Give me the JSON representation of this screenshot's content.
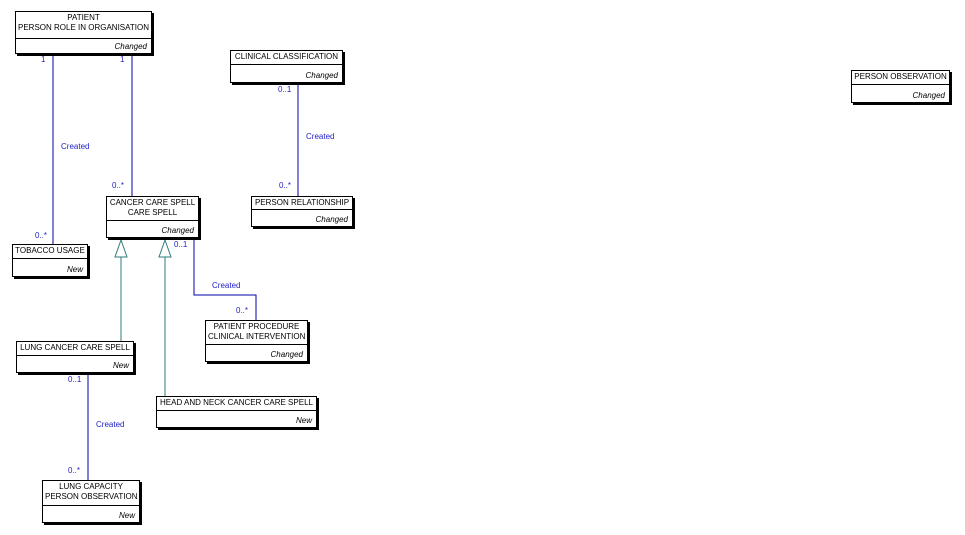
{
  "colors": {
    "relationship_line": "#0000aa",
    "inheritance_line": "#2e7d7a",
    "relationship_label": "#1e1ec8",
    "box_border": "#000000"
  },
  "entities": {
    "patient": {
      "line1": "PATIENT",
      "line2": "PERSON ROLE IN ORGANISATION",
      "status": "Changed"
    },
    "clinical_classification": {
      "line1": "CLINICAL CLASSIFICATION",
      "status": "Changed"
    },
    "person_observation": {
      "line1": "PERSON OBSERVATION",
      "status": "Changed"
    },
    "cancer_care_spell": {
      "line1": "CANCER CARE SPELL",
      "line2": "CARE SPELL",
      "status": "Changed"
    },
    "person_relationship": {
      "line1": "PERSON RELATIONSHIP",
      "status": "Changed"
    },
    "tobacco_usage": {
      "line1": "TOBACCO USAGE",
      "status": "New"
    },
    "patient_procedure": {
      "line1": "PATIENT PROCEDURE",
      "line2": "CLINICAL INTERVENTION",
      "status": "Changed"
    },
    "lung_cancer_care_spell": {
      "line1": "LUNG CANCER CARE SPELL",
      "status": "New"
    },
    "head_neck_cancer_care_spell": {
      "line1": "HEAD AND NECK CANCER CARE SPELL",
      "status": "New"
    },
    "lung_capacity": {
      "line1": "LUNG CAPACITY",
      "line2": "PERSON OBSERVATION",
      "status": "New"
    }
  },
  "relationships": {
    "patient_tobacco": {
      "label": "Created",
      "from_card": "1",
      "to_card": "0..*"
    },
    "patient_cancer": {
      "from_card": "1",
      "to_card": "0..*"
    },
    "classification_relationship": {
      "label": "Created",
      "from_card": "0..1",
      "to_card": "0..*"
    },
    "cancer_procedure": {
      "label": "Created",
      "from_card": "0..1",
      "to_card": "0..*"
    },
    "lung_capacity": {
      "label": "Created",
      "from_card": "0..1",
      "to_card": "0..*"
    }
  }
}
